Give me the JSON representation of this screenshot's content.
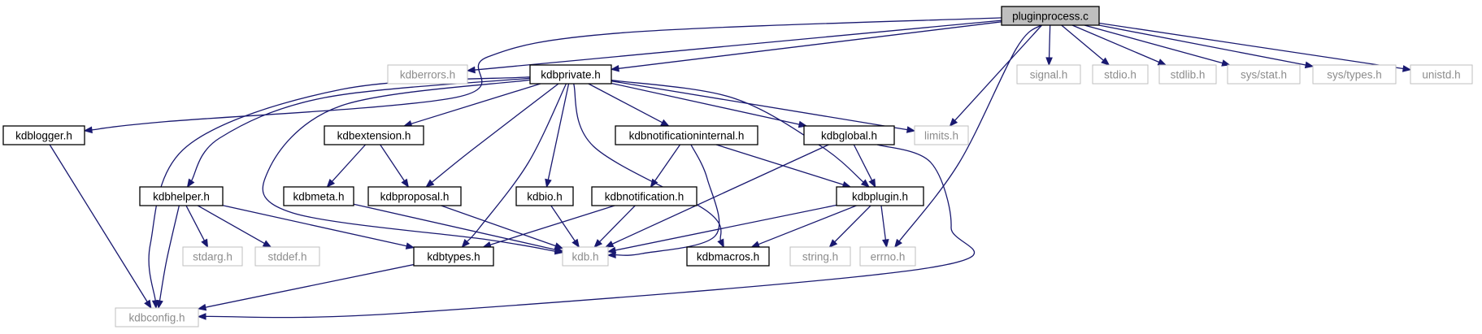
{
  "graph": {
    "title": "pluginprocess.c",
    "colors": {
      "edge": "#191970",
      "root_fill": "#bfbfbf",
      "documented_border": "#000000",
      "undocumented_border": "#bfbfbf",
      "undocumented_text": "#8c8c8c"
    },
    "nodes": {
      "pluginprocess_c": {
        "label": "pluginprocess.c",
        "kind": "root"
      },
      "kdberrors_h": {
        "label": "kdberrors.h",
        "kind": "undocumented"
      },
      "kdbprivate_h": {
        "label": "kdbprivate.h",
        "kind": "documented"
      },
      "limits_h": {
        "label": "limits.h",
        "kind": "undocumented"
      },
      "errno_h": {
        "label": "errno.h",
        "kind": "undocumented"
      },
      "signal_h": {
        "label": "signal.h",
        "kind": "undocumented"
      },
      "stdio_h": {
        "label": "stdio.h",
        "kind": "undocumented"
      },
      "stdlib_h": {
        "label": "stdlib.h",
        "kind": "undocumented"
      },
      "sys_stat_h": {
        "label": "sys/stat.h",
        "kind": "undocumented"
      },
      "sys_types_h": {
        "label": "sys/types.h",
        "kind": "undocumented"
      },
      "unistd_h": {
        "label": "unistd.h",
        "kind": "undocumented"
      },
      "kdblogger_h": {
        "label": "kdblogger.h",
        "kind": "documented"
      },
      "kdbextension_h": {
        "label": "kdbextension.h",
        "kind": "documented"
      },
      "kdbnotificationinternal_h": {
        "label": "kdbnotificationinternal.h",
        "kind": "documented"
      },
      "kdbglobal_h": {
        "label": "kdbglobal.h",
        "kind": "documented"
      },
      "kdbhelper_h": {
        "label": "kdbhelper.h",
        "kind": "documented"
      },
      "kdbmeta_h": {
        "label": "kdbmeta.h",
        "kind": "documented"
      },
      "kdbproposal_h": {
        "label": "kdbproposal.h",
        "kind": "documented"
      },
      "kdbio_h": {
        "label": "kdbio.h",
        "kind": "documented"
      },
      "kdbnotification_h": {
        "label": "kdbnotification.h",
        "kind": "documented"
      },
      "kdbplugin_h": {
        "label": "kdbplugin.h",
        "kind": "documented"
      },
      "stdarg_h": {
        "label": "stdarg.h",
        "kind": "undocumented"
      },
      "stddef_h": {
        "label": "stddef.h",
        "kind": "undocumented"
      },
      "kdbtypes_h": {
        "label": "kdbtypes.h",
        "kind": "documented"
      },
      "kdb_h": {
        "label": "kdb.h",
        "kind": "undocumented"
      },
      "kdbmacros_h": {
        "label": "kdbmacros.h",
        "kind": "documented"
      },
      "string_h": {
        "label": "string.h",
        "kind": "undocumented"
      },
      "kdbconfig_h": {
        "label": "kdbconfig.h",
        "kind": "undocumented"
      }
    },
    "edges": [
      [
        "pluginprocess_c",
        "kdberrors_h"
      ],
      [
        "pluginprocess_c",
        "kdbprivate_h"
      ],
      [
        "pluginprocess_c",
        "kdblogger_h"
      ],
      [
        "pluginprocess_c",
        "limits_h"
      ],
      [
        "pluginprocess_c",
        "errno_h"
      ],
      [
        "pluginprocess_c",
        "signal_h"
      ],
      [
        "pluginprocess_c",
        "stdio_h"
      ],
      [
        "pluginprocess_c",
        "stdlib_h"
      ],
      [
        "pluginprocess_c",
        "sys_stat_h"
      ],
      [
        "pluginprocess_c",
        "sys_types_h"
      ],
      [
        "pluginprocess_c",
        "unistd_h"
      ],
      [
        "kdbprivate_h",
        "kdbconfig_h"
      ],
      [
        "kdbprivate_h",
        "kdbhelper_h"
      ],
      [
        "kdbprivate_h",
        "kdb_h"
      ],
      [
        "kdbprivate_h",
        "kdbextension_h"
      ],
      [
        "kdbprivate_h",
        "kdbproposal_h"
      ],
      [
        "kdbprivate_h",
        "kdbtypes_h"
      ],
      [
        "kdbprivate_h",
        "kdbio_h"
      ],
      [
        "kdbprivate_h",
        "kdbmacros_h"
      ],
      [
        "kdbprivate_h",
        "kdbnotificationinternal_h"
      ],
      [
        "kdbprivate_h",
        "kdbglobal_h"
      ],
      [
        "kdbprivate_h",
        "kdbplugin_h"
      ],
      [
        "kdbprivate_h",
        "limits_h"
      ],
      [
        "kdblogger_h",
        "kdbconfig_h"
      ],
      [
        "kdbextension_h",
        "kdbmeta_h"
      ],
      [
        "kdbextension_h",
        "kdbproposal_h"
      ],
      [
        "kdbnotificationinternal_h",
        "kdbnotification_h"
      ],
      [
        "kdbnotificationinternal_h",
        "kdb_h"
      ],
      [
        "kdbnotificationinternal_h",
        "kdbplugin_h"
      ],
      [
        "kdbglobal_h",
        "kdbplugin_h"
      ],
      [
        "kdbglobal_h",
        "kdb_h"
      ],
      [
        "kdbglobal_h",
        "kdbconfig_h"
      ],
      [
        "kdbhelper_h",
        "kdbconfig_h"
      ],
      [
        "kdbhelper_h",
        "stdarg_h"
      ],
      [
        "kdbhelper_h",
        "stddef_h"
      ],
      [
        "kdbhelper_h",
        "kdbtypes_h"
      ],
      [
        "kdbmeta_h",
        "kdb_h"
      ],
      [
        "kdbproposal_h",
        "kdb_h"
      ],
      [
        "kdbio_h",
        "kdb_h"
      ],
      [
        "kdbnotification_h",
        "kdbtypes_h"
      ],
      [
        "kdbnotification_h",
        "kdb_h"
      ],
      [
        "kdbplugin_h",
        "kdb_h"
      ],
      [
        "kdbplugin_h",
        "kdbmacros_h"
      ],
      [
        "kdbplugin_h",
        "string_h"
      ],
      [
        "kdbplugin_h",
        "errno_h"
      ],
      [
        "kdbtypes_h",
        "kdbconfig_h"
      ]
    ]
  }
}
